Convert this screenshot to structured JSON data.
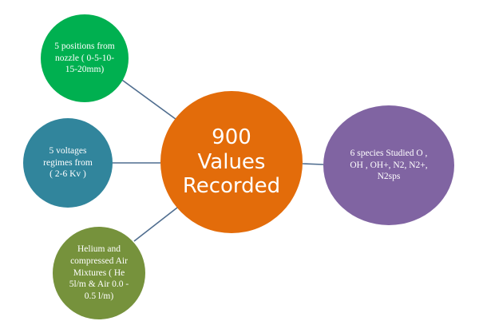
{
  "diagram": {
    "center": {
      "text": "900\nValues\nRecorded",
      "fill": "#e36c0a"
    },
    "satellites": [
      {
        "key": "positions",
        "text": "5 positions from\nnozzle ( 0-5-10-\n15-20mm)",
        "fill": "#00b050"
      },
      {
        "key": "voltages",
        "text": "5 voltages\nregimes from\n( 2-6 Kv )",
        "fill": "#31859c"
      },
      {
        "key": "mixtures",
        "text": "Helium and\ncompressed Air\nMixtures ( He\n5l/m & Air 0.0 -\n0.5 l/m)",
        "fill": "#76923c"
      },
      {
        "key": "species",
        "text": "6 species  Studied O ,\nOH , OH+, N2, N2+,\nN2sps",
        "fill": "#8064a2"
      }
    ],
    "connector_color": "#4f6d8f"
  }
}
